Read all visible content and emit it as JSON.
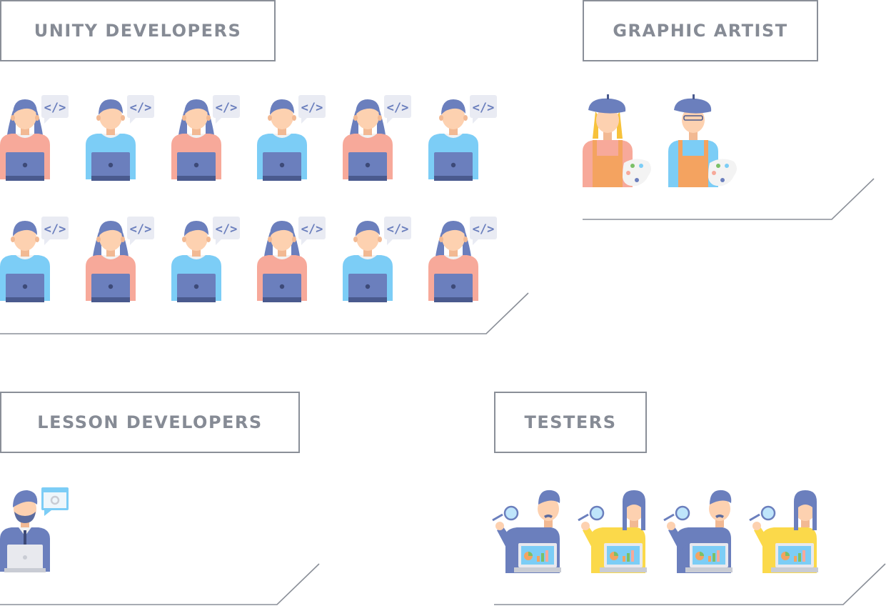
{
  "teams": {
    "unity": {
      "title": "UNITY DEVELOPERS",
      "count": 12
    },
    "graphic": {
      "title": "GRAPHIC ARTIST",
      "count": 2
    },
    "lesson": {
      "title": "LESSON DEVELOPERS",
      "count": 1
    },
    "testers": {
      "title": "TESTERS",
      "count": 4
    }
  },
  "icons": {
    "developer": "developer-with-laptop-and-code-bubble-icon",
    "artist": "artist-with-beret-and-palette-icon",
    "lesson_developer": "bearded-man-with-laptop-and-settings-bubble-icon",
    "tester": "tester-with-magnifier-and-monitor-icon"
  },
  "colors": {
    "label_text": "#868b95",
    "border": "#8a8f98",
    "hair": "#6b7fbd",
    "skin": "#fdd1b0",
    "shirt_coral": "#f7a99a",
    "shirt_blue": "#7ccdf6",
    "laptop": "#6b7fbd",
    "apron": "#f4a360",
    "tester_yellow": "#fbd94a"
  }
}
